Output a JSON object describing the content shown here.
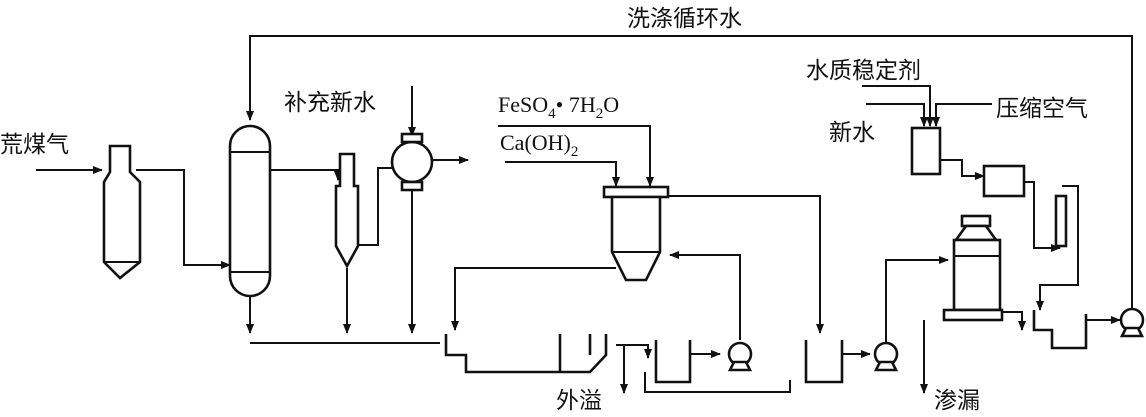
{
  "labels": {
    "wash_loop": "洗涤循环水",
    "raw_gas": "荒煤气",
    "makeup_water": "补充新水",
    "ferrous_sulfate": "FeSO",
    "ferrous_sulfate_sub4": "4",
    "ferrous_sulfate_dot": "• 7H",
    "ferrous_sulfate_sub2": "2",
    "ferrous_sulfate_o": "O",
    "lime": "Ca(OH)",
    "lime_sub2": "2",
    "stabilizer": "水质稳定剂",
    "fresh_water": "新水",
    "compressed_air": "压缩空气",
    "overflow": "外溢",
    "leakage": "渗漏"
  }
}
